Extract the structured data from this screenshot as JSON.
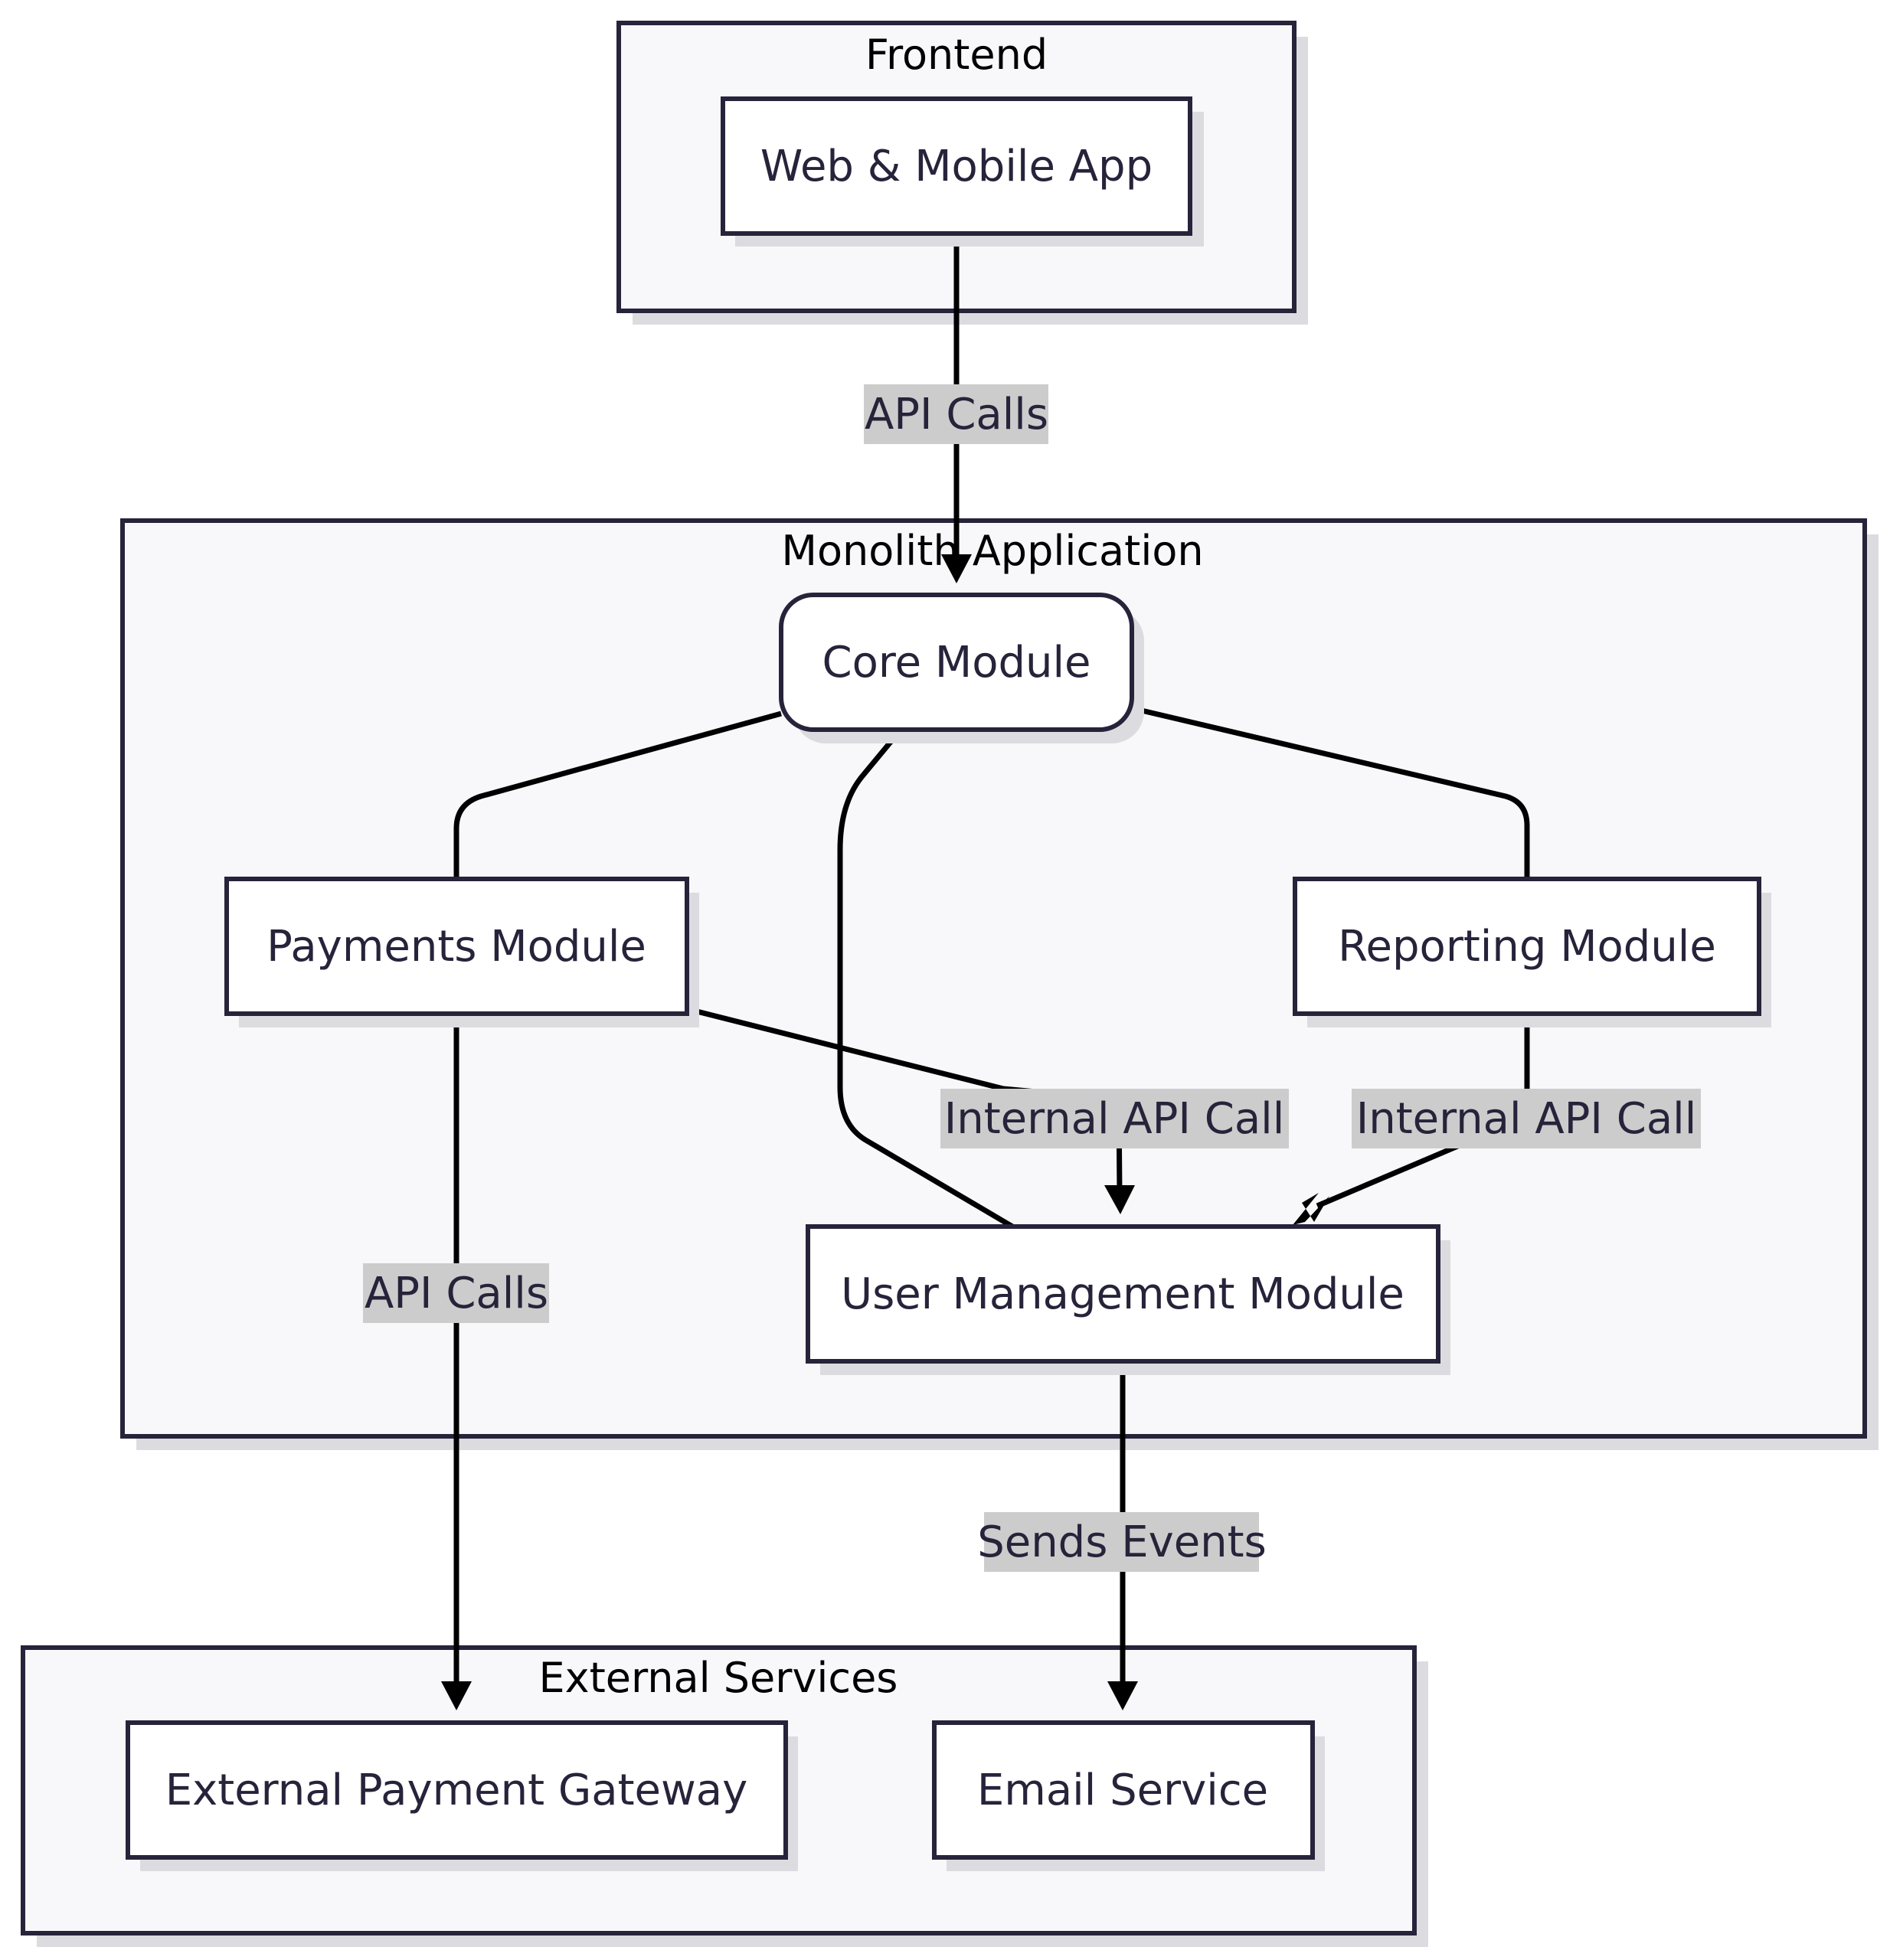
{
  "groups": {
    "frontend": "Frontend",
    "monolith": "Monolith Application",
    "external": "External Services"
  },
  "nodes": {
    "web_app": "Web & Mobile App",
    "core": "Core Module",
    "payments": "Payments Module",
    "reporting": "Reporting Module",
    "user_mgmt": "User Management Module",
    "payment_gateway": "External Payment Gateway",
    "email": "Email Service"
  },
  "edges": {
    "web_to_core": "API Calls",
    "payments_to_user": "Internal API Call",
    "reporting_to_user": "Internal API Call",
    "payments_to_gateway": "API Calls",
    "user_to_email": "Sends Events"
  },
  "colors": {
    "stroke": "#26233a",
    "group_fill": "#f8f8fa",
    "node_fill": "#ffffff",
    "edge": "#000000",
    "label_bg": "#cccccc"
  }
}
